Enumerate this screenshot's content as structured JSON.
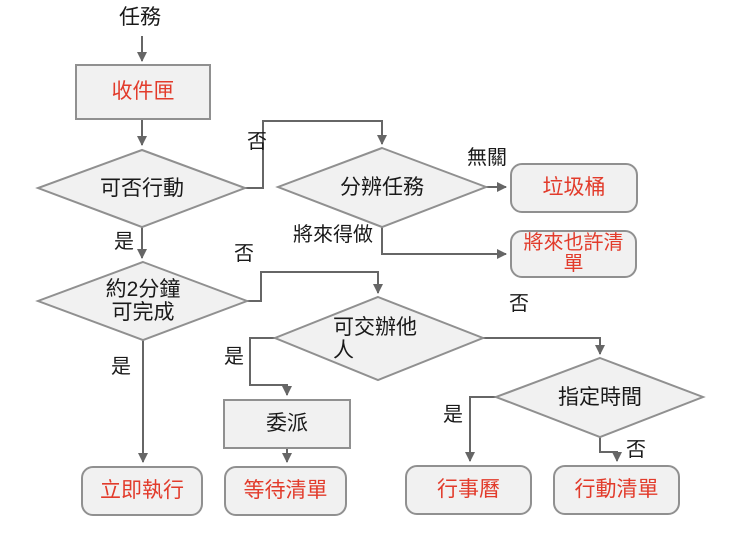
{
  "diagram": {
    "type": "flowchart",
    "language": "zh-Hant",
    "topic": "GTD task processing workflow"
  },
  "colors": {
    "background": "#ffffff",
    "shape_fill": "#f1f1f1",
    "shape_border": "#909090",
    "connector": "#666666",
    "text_black": "#1a1a1a",
    "text_red": "#e23b2b"
  },
  "nodes": {
    "task_source": {
      "label": "任務"
    },
    "inbox": {
      "label": "收件匣"
    },
    "actionable": {
      "label": "可否行動"
    },
    "categorize": {
      "label": "分辨任務"
    },
    "two_min": {
      "line1": "約2分鐘",
      "line2": "可完成"
    },
    "delegatable": {
      "line1": "可交辦他",
      "line2": "人"
    },
    "scheduled": {
      "label": "指定時間"
    },
    "delegate": {
      "label": "委派"
    },
    "trash": {
      "label": "垃圾桶"
    },
    "someday": {
      "line1": "將來也許清",
      "line2": "單"
    },
    "do_now": {
      "label": "立即執行"
    },
    "waiting": {
      "label": "等待清單"
    },
    "calendar": {
      "label": "行事曆"
    },
    "action_list": {
      "label": "行動清單"
    }
  },
  "edge_labels": {
    "no1": "否",
    "irrelevant": "無關",
    "someday_branch": "將來得做",
    "yes1": "是",
    "no2": "否",
    "yes2": "是",
    "yes3": "是",
    "no3": "否",
    "yes4": "是",
    "no4": "否"
  }
}
